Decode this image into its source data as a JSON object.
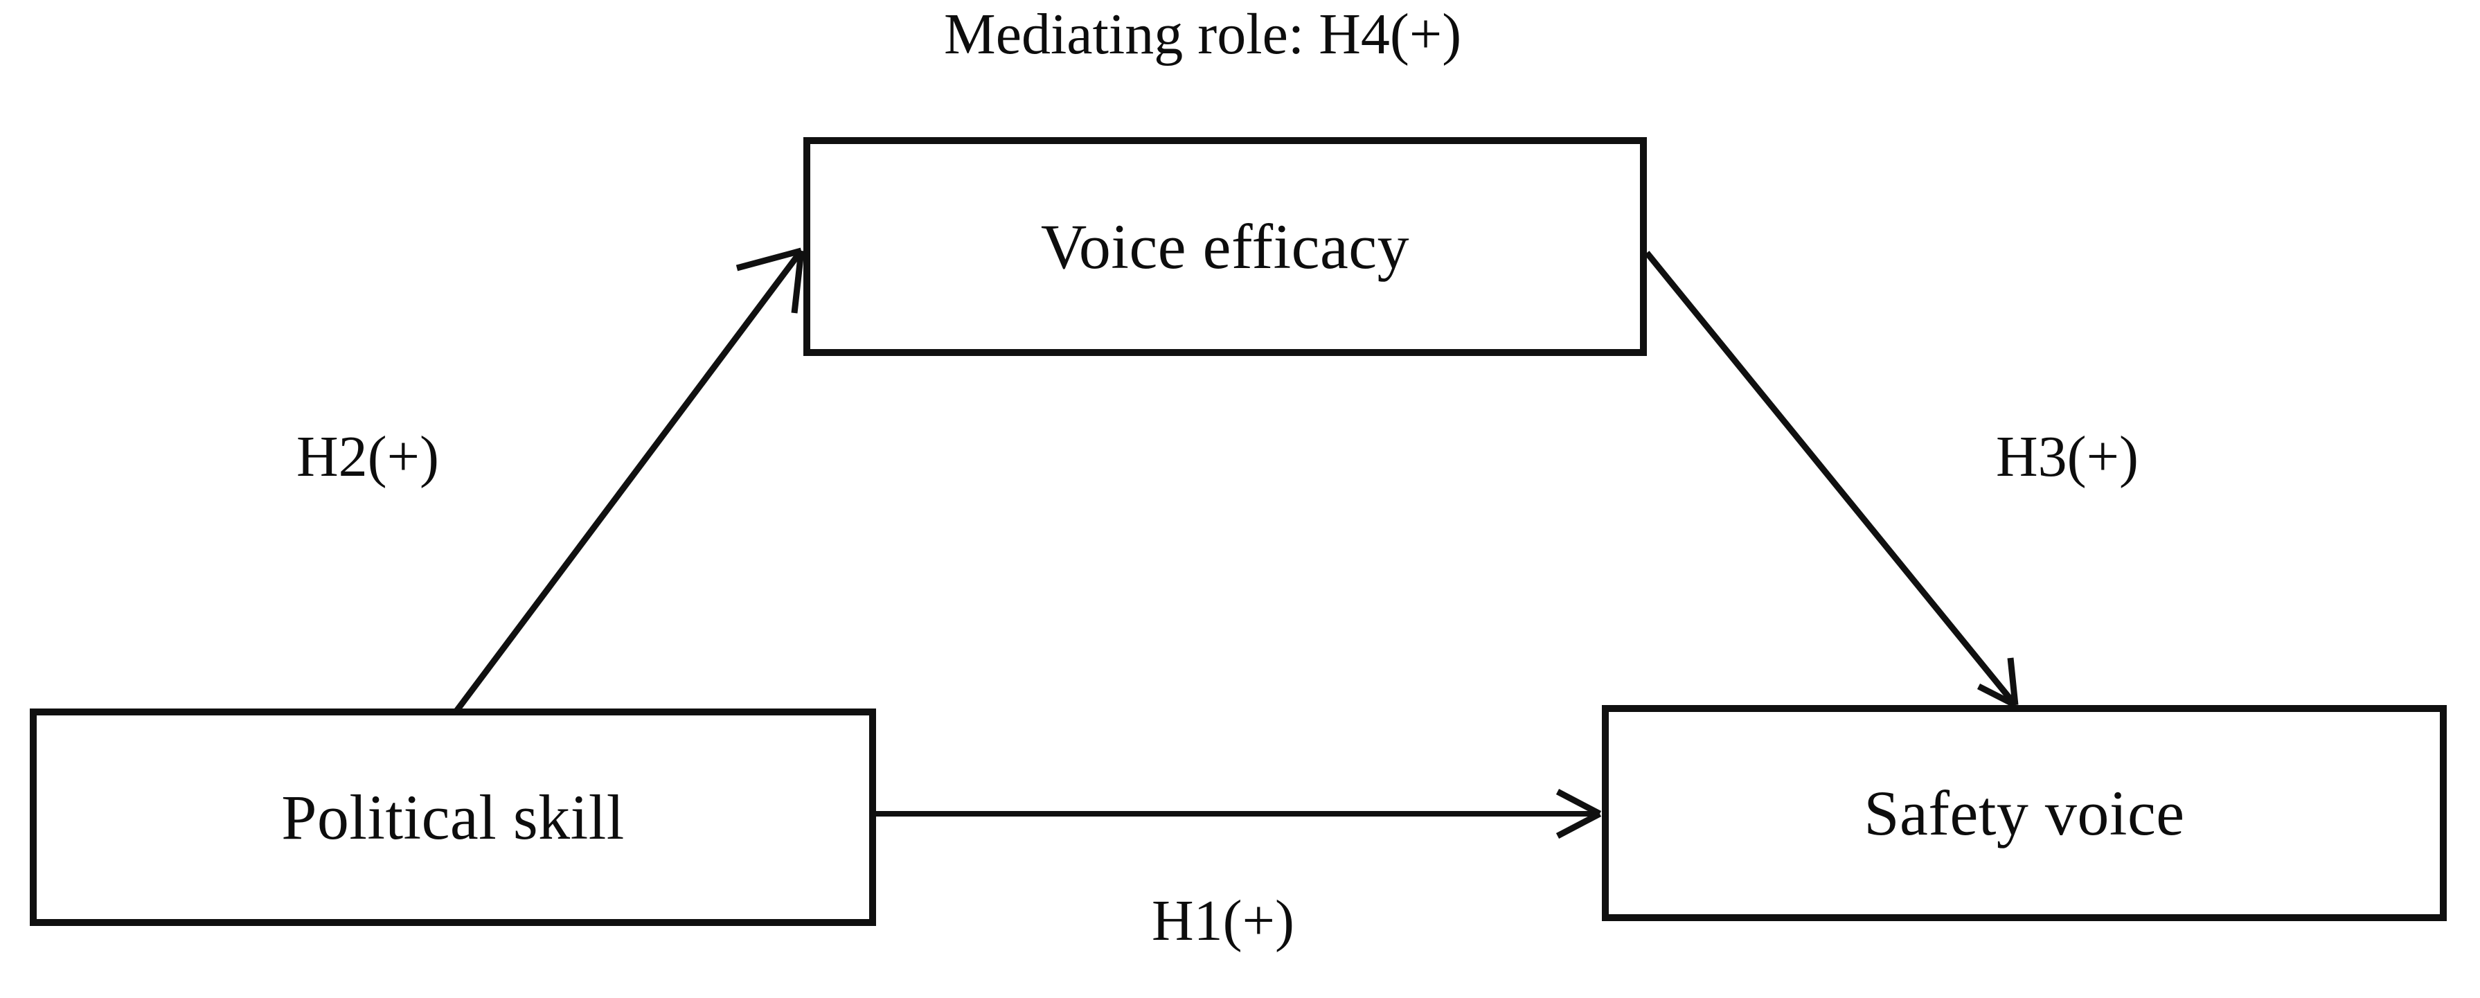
{
  "diagram": {
    "type": "conceptual-research-model",
    "title": "Mediating role: H4(+)",
    "background_color": "#ffffff",
    "stroke_color": "#101010",
    "text_color": "#0d0d0d",
    "nodes": [
      {
        "id": "voice-efficacy",
        "label": "Voice efficacy",
        "shape": "rectangle",
        "position": "top-center"
      },
      {
        "id": "political-skill",
        "label": "Political skill",
        "shape": "rectangle",
        "position": "bottom-left"
      },
      {
        "id": "safety-voice",
        "label": "Safety voice",
        "shape": "rectangle",
        "position": "bottom-right"
      }
    ],
    "edges": [
      {
        "id": "h1",
        "label": "H1(+)",
        "from": "political-skill",
        "to": "safety-voice",
        "arrow": "open-v"
      },
      {
        "id": "h2",
        "label": "H2(+)",
        "from": "political-skill",
        "to": "voice-efficacy",
        "arrow": "open-v"
      },
      {
        "id": "h3",
        "label": "H3(+)",
        "from": "voice-efficacy",
        "to": "safety-voice",
        "arrow": "open-v"
      },
      {
        "id": "h4",
        "label": "Mediating role: H4(+)",
        "from": "political-skill",
        "to": "safety-voice",
        "via": "voice-efficacy",
        "arrow": "none"
      }
    ]
  }
}
